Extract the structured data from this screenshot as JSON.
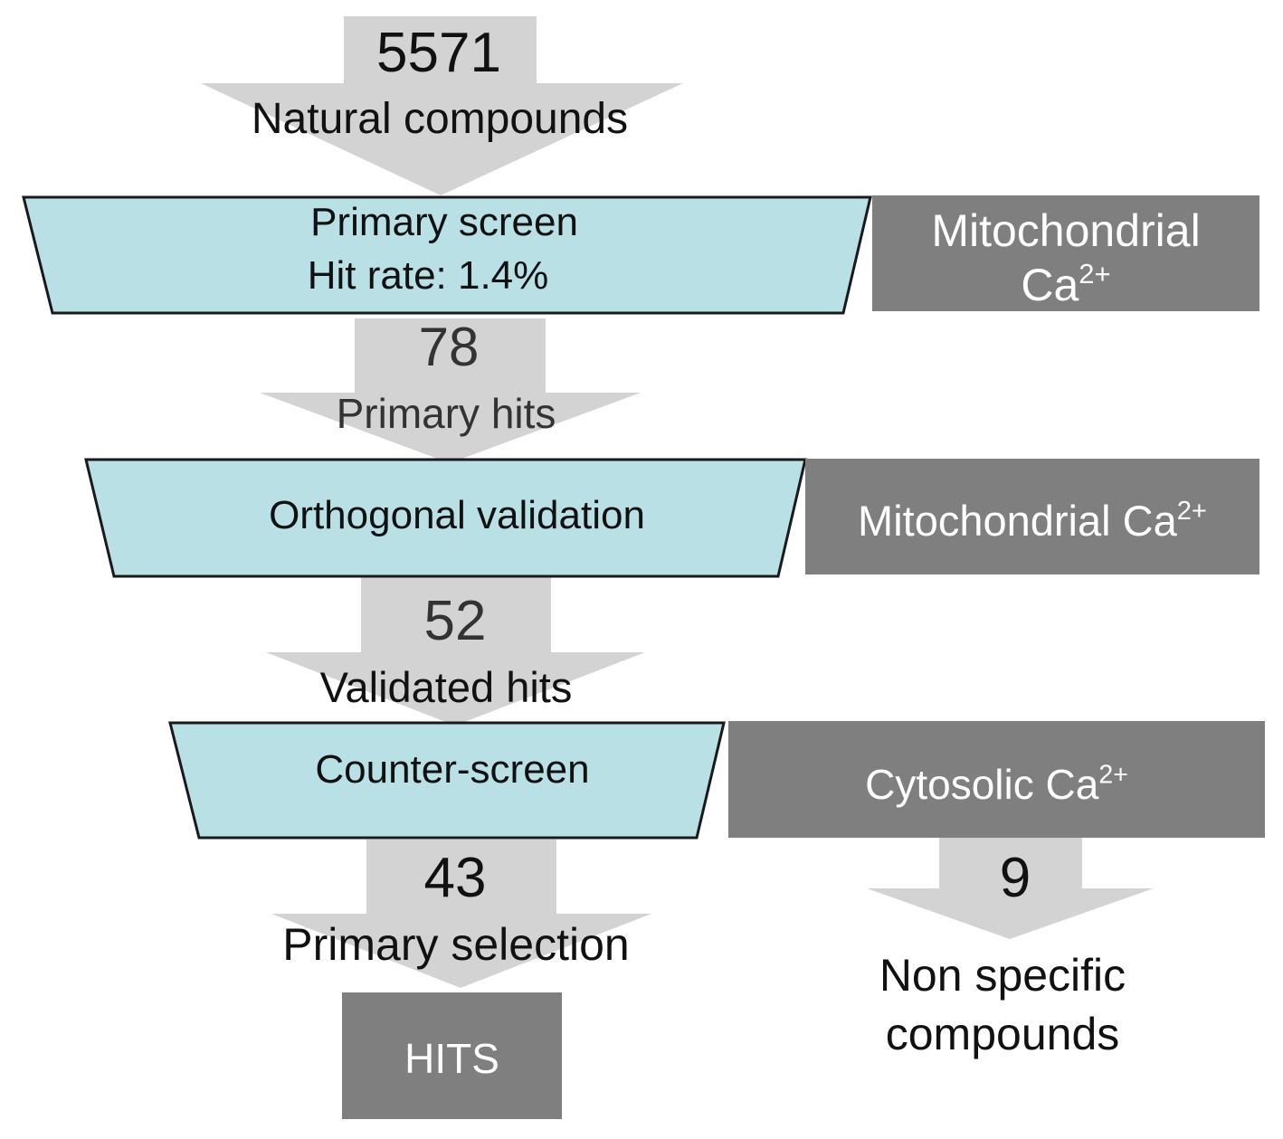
{
  "colors": {
    "arrow": "#d3d3d3",
    "stage_fill": "#b9e0e5",
    "stage_stroke": "#1a1a1a",
    "box": "#7f7f7f",
    "dark_text": "#111111",
    "grey_text": "#333333",
    "box_text": "#ffffff"
  },
  "steps": [
    {
      "count": "5571",
      "label": "Natural compounds"
    },
    {
      "count": "78",
      "label": "Primary hits"
    },
    {
      "count": "52",
      "label": "Validated hits"
    },
    {
      "count": "43",
      "label": "Primary selection"
    }
  ],
  "stages": [
    {
      "line1": "Primary screen",
      "line2": "Hit rate: 1.4%"
    },
    {
      "line1": "Orthogonal validation"
    },
    {
      "line1": "Counter-screen"
    }
  ],
  "readouts": [
    {
      "text": "Mitochondrial",
      "text2": "Ca",
      "sup": "2+"
    },
    {
      "text": "Mitochondrial Ca",
      "sup": "2+"
    },
    {
      "text": "Cytosolic Ca",
      "sup": "2+"
    }
  ],
  "final": {
    "label": "HITS"
  },
  "side": {
    "count": "9",
    "label_line1": "Non specific",
    "label_line2": "compounds"
  }
}
